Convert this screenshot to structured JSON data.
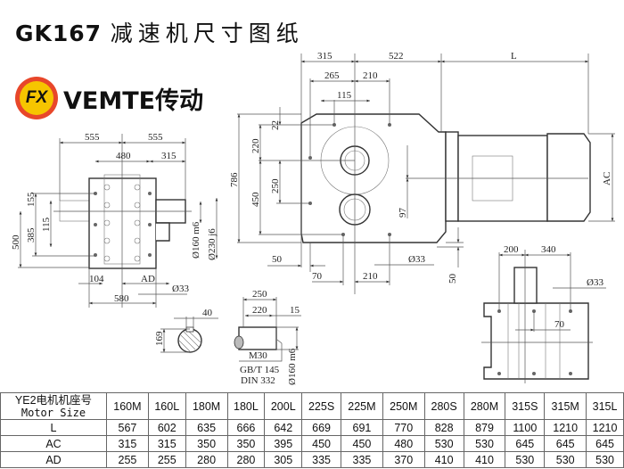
{
  "title": {
    "model": "GK167",
    "text": "减速机尺寸图纸"
  },
  "logo": {
    "mark_text": "FX",
    "brand": "VEMTE传动",
    "colors": {
      "ring": "#e8472a",
      "fill": "#f6c500"
    }
  },
  "front_view": {
    "dim_left_555": "555",
    "dim_right_555": "555",
    "dim_480": "480",
    "dim_315": "315",
    "dim_155": "155",
    "dim_385": "385",
    "dim_115": "115",
    "dim_500": "500",
    "dim_d160": "Ø160 m6",
    "dim_d230": "Ø230 j6",
    "dim_104": "104",
    "dim_ad": "AD",
    "dim_d33": "Ø33",
    "dim_580": "580"
  },
  "side_view": {
    "dim_315": "315",
    "dim_522": "522",
    "dim_l": "L",
    "dim_265": "265",
    "dim_210_top": "210",
    "dim_115": "115",
    "dim_786": "786",
    "dim_22": "22",
    "dim_220": "220",
    "dim_250": "250",
    "dim_450": "450",
    "dim_97": "97",
    "dim_ac": "AC",
    "dim_50_left": "50",
    "dim_70": "70",
    "dim_210_bottom": "210",
    "dim_d33": "Ø33",
    "dim_50_vert": "50"
  },
  "key_section": {
    "dim_40": "40",
    "dim_169": "169"
  },
  "shaft_detail": {
    "dim_250": "250",
    "dim_220": "220",
    "dim_15": "15",
    "thread": "M30",
    "std1": "GB/T 145",
    "std2": "DIN 332",
    "dim_d160": "Ø160 m6"
  },
  "bottom_view": {
    "dim_200": "200",
    "dim_340": "340",
    "dim_d33": "Ø33",
    "dim_70": "70"
  },
  "table": {
    "header_cn": "YE2电机机座号",
    "header_en": "Motor Size",
    "sizes": [
      "160M",
      "160L",
      "180M",
      "180L",
      "200L",
      "225S",
      "225M",
      "250M",
      "280S",
      "280M",
      "315S",
      "315M",
      "315L"
    ],
    "rows": [
      {
        "label": "L",
        "values": [
          "567",
          "602",
          "635",
          "666",
          "642",
          "669",
          "691",
          "770",
          "828",
          "879",
          "1100",
          "1210",
          "1210"
        ]
      },
      {
        "label": "AC",
        "values": [
          "315",
          "315",
          "350",
          "350",
          "395",
          "450",
          "450",
          "480",
          "530",
          "530",
          "645",
          "645",
          "645"
        ]
      },
      {
        "label": "AD",
        "values": [
          "255",
          "255",
          "280",
          "280",
          "305",
          "335",
          "335",
          "370",
          "410",
          "410",
          "530",
          "530",
          "530"
        ]
      }
    ]
  }
}
